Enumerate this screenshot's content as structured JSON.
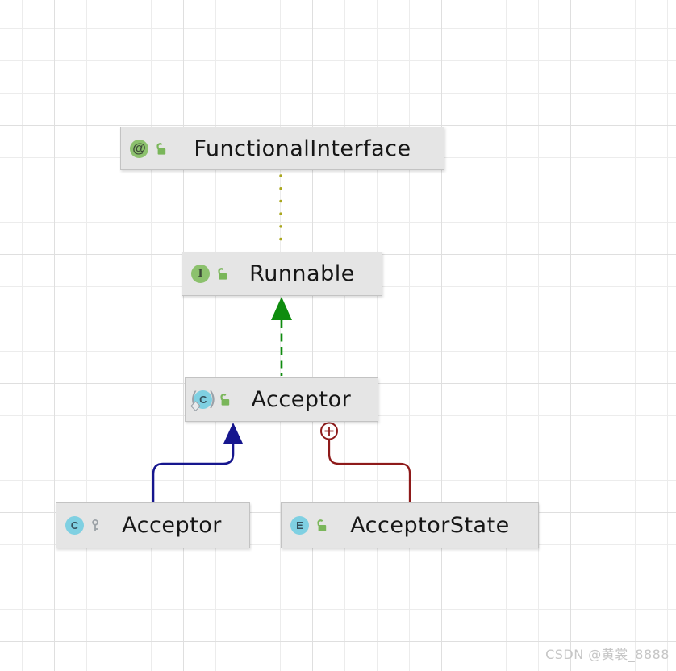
{
  "canvas": {
    "watermark": "CSDN @黄裳_8888"
  },
  "colors": {
    "annotation_edge": "#aaa71e",
    "implements_edge": "#0e8c0e",
    "extends_edge": "#16168e",
    "inner_edge": "#8e1a1a",
    "node_bg": "#e5e5e5",
    "node_border": "#c3c3c3",
    "badge_green": "#8cc16d",
    "badge_blue": "#7fd0e2",
    "lock_green": "#7ab65a",
    "key_gray": "#9ba1a6"
  },
  "icons": {
    "paren_open": "(",
    "paren_close": ")"
  },
  "nodes": [
    {
      "label": "FunctionalInterface",
      "badge": "@",
      "kind": "annotation",
      "visibility": "public"
    },
    {
      "label": "Runnable",
      "badge": "I",
      "kind": "interface",
      "visibility": "public"
    },
    {
      "label": "Acceptor",
      "badge": "C",
      "kind": "class",
      "decoration": "anonymous-static",
      "visibility": "public"
    },
    {
      "label": "Acceptor",
      "badge": "C",
      "kind": "class",
      "visibility": "package-private"
    },
    {
      "label": "AcceptorState",
      "badge": "E",
      "kind": "enum",
      "visibility": "public"
    }
  ],
  "edges": [
    {
      "from": "Runnable",
      "to": "FunctionalInterface",
      "type": "annotation-dependency",
      "style": "dotted"
    },
    {
      "from": "Acceptor",
      "to": "Runnable",
      "type": "implements",
      "style": "dashed-arrow"
    },
    {
      "from": "Acceptor",
      "to": "Acceptor",
      "type": "extends",
      "style": "solid-arrow"
    },
    {
      "from": "AcceptorState",
      "to": "Acceptor",
      "type": "inner-class",
      "style": "solid-circle-plus"
    }
  ]
}
